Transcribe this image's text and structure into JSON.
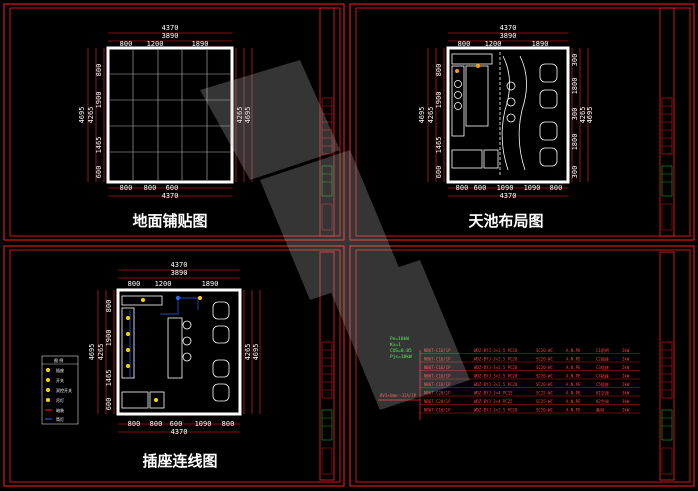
{
  "sheets": [
    {
      "title": "地面铺贴图"
    },
    {
      "title": "天池布局图"
    },
    {
      "title": "插座连线图"
    },
    {
      "title": ""
    }
  ],
  "dims": {
    "overall_width": "4370",
    "inner_width": "3890",
    "top_segments": [
      "800",
      "1200",
      "1890"
    ],
    "bottom_segments_floor": [
      "800",
      "800",
      "600"
    ],
    "bottom_segments_layout": [
      "800",
      "600",
      "1090",
      "1090",
      "800"
    ],
    "bottom_segments_socket": [
      "800",
      "800",
      "600",
      "1090",
      "800"
    ],
    "bottom_total": "4370",
    "left_total": "4695",
    "left_inner": "4265",
    "left_segments": [
      "800",
      "1900",
      "1465",
      "600"
    ],
    "right_total": "4695",
    "right_inner": "4265",
    "right_segments": [
      "300",
      "1800",
      "300",
      "1800",
      "300"
    ]
  },
  "legend": {
    "header": "图 例",
    "items": [
      "插座",
      "开关",
      "双控开关",
      "吊灯",
      "暗装",
      "筒灯"
    ]
  },
  "electrical": {
    "params": [
      "Pe=18kW",
      "Kx=1",
      "COS=0.85",
      "Pjs=18kW"
    ],
    "main": "BV3×6mm²-32A/2P",
    "rows": [
      {
        "breaker": "NB6T-C16/1P",
        "cable": "WDZ-BYJ-3×2.5 PC20",
        "install": "SC20-WC",
        "phase": "A.N.PE",
        "circuit": "C1照明",
        "power": "2kW"
      },
      {
        "breaker": "NB6T-C16/1P",
        "cable": "WDZ-BYJ-3×2.5 PC20",
        "install": "SC20-WC",
        "phase": "A.N.PE",
        "circuit": "C2插座",
        "power": "2kW"
      },
      {
        "breaker": "NB6T-C16/1P",
        "cable": "WDZ-BYJ-3×2.5 PC20",
        "install": "SC20-WC",
        "phase": "A.N.PE",
        "circuit": "C3插座",
        "power": "2kW"
      },
      {
        "breaker": "NB6T-C16/1P",
        "cable": "WDZ-BYJ-3×2.5 PC20",
        "install": "SC20-WC",
        "phase": "A.N.PE",
        "circuit": "C4插座",
        "power": "2kW"
      },
      {
        "breaker": "NB6T-C16/1P",
        "cable": "WDZ-BYJ-3×2.5 PC20",
        "install": "SC20-WC",
        "phase": "A.N.PE",
        "circuit": "C5插座",
        "power": "2kW"
      },
      {
        "breaker": "NB6T-C20/1P",
        "cable": "WDZ-BYJ-3×4 PC25",
        "install": "SC25-WC",
        "phase": "A.N.PE",
        "circuit": "K1空调",
        "power": "3kW"
      },
      {
        "breaker": "NB6T-C20/1P",
        "cable": "WDZ-BYJ-3×4 PC25",
        "install": "SC25-WC",
        "phase": "A.N.PE",
        "circuit": "K2空调",
        "power": "3kW"
      },
      {
        "breaker": "NB6T-C16/1P",
        "cable": "WDZ-BYJ-3×2.5 PC20",
        "install": "SC20-WC",
        "phase": "A.N.PE",
        "circuit": "备用",
        "power": "2kW"
      }
    ]
  },
  "colors": {
    "frame": "#ff2020",
    "wall": "#ffffff",
    "dimension": "#ff2020",
    "accent_yellow": "#ffd400",
    "accent_green": "#30ff30"
  }
}
